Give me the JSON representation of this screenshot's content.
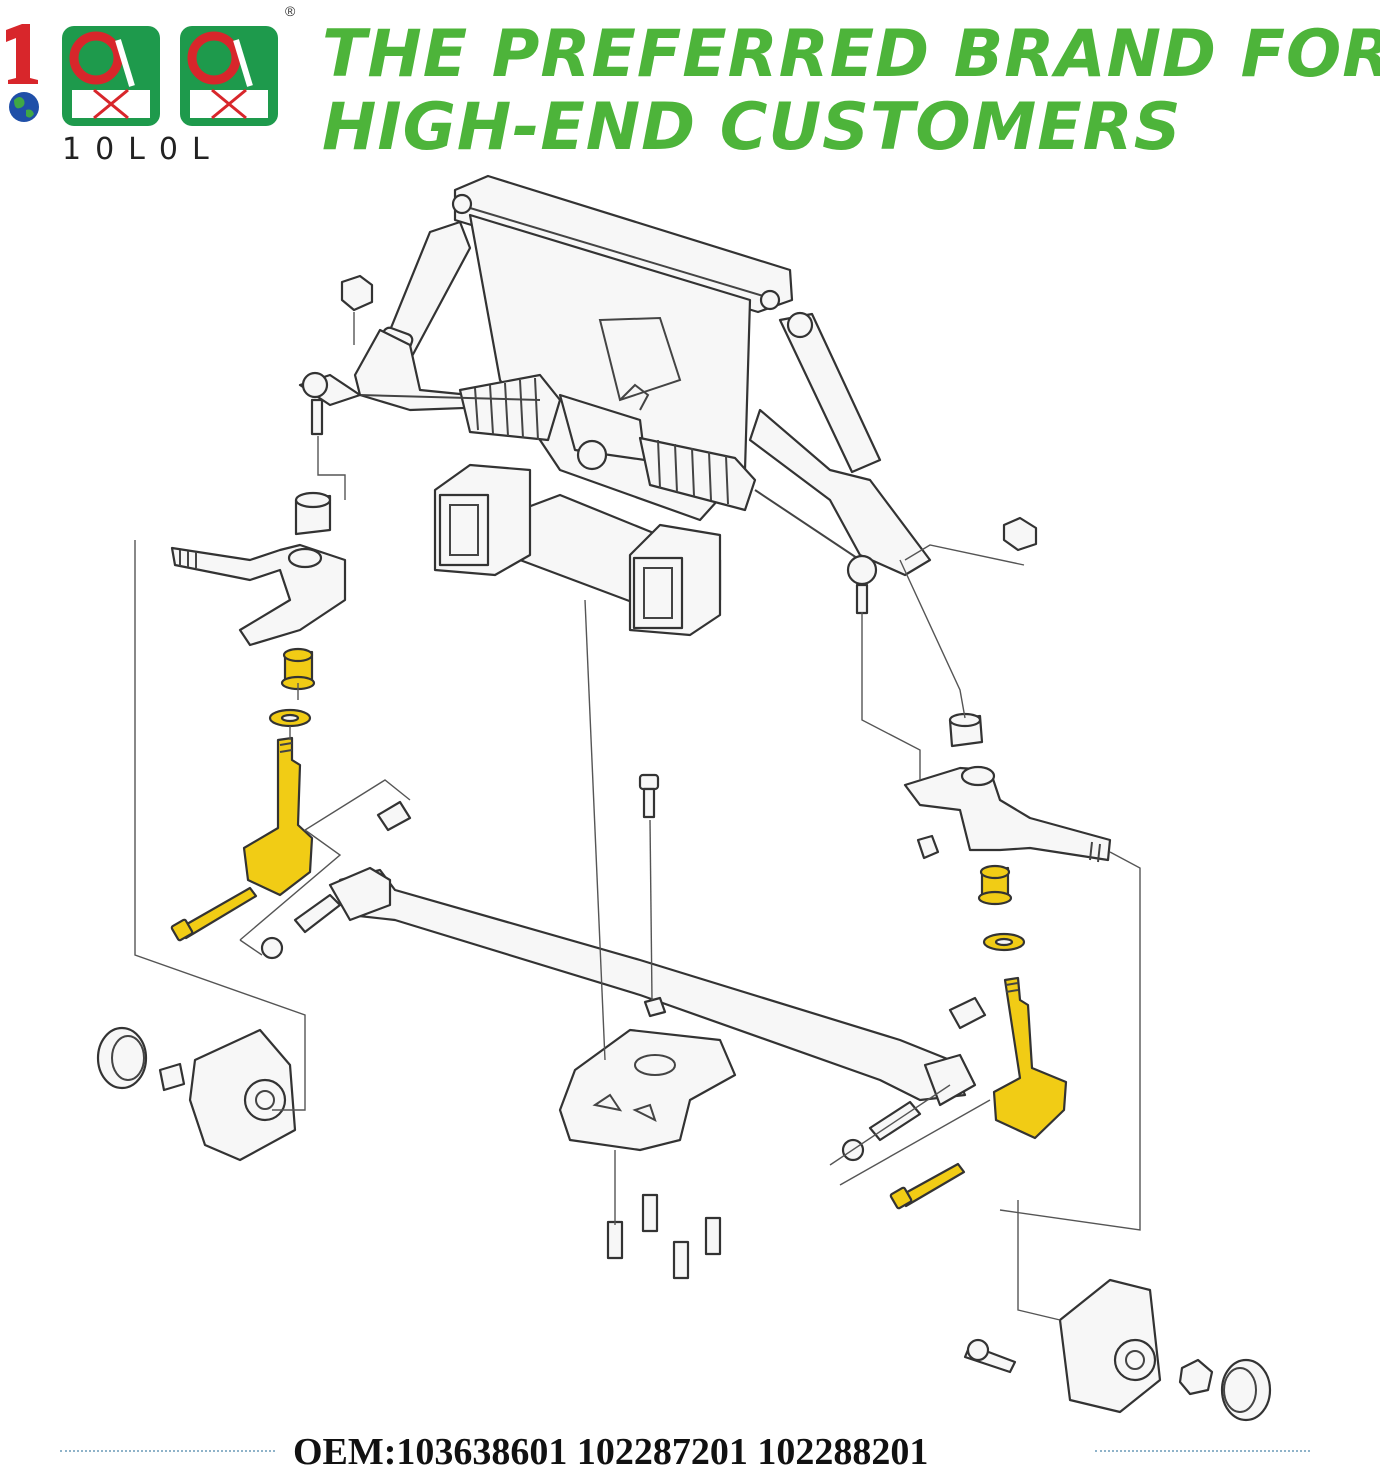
{
  "brand": {
    "logo_text": "10L0L",
    "registered_mark": "®",
    "colors": {
      "red": "#d8262b",
      "green": "#1e9a4c",
      "blue": "#2a63b8"
    }
  },
  "headline": {
    "line1": "THE PREFERRED BRAND FOR",
    "line2": "HIGH-END CUSTOMERS",
    "color": "#4db43a"
  },
  "diagram": {
    "highlight_color": "#f1cc15",
    "line_color": "#444444"
  },
  "footer": {
    "oem": "OEM:103638601 102287201 102288201"
  }
}
